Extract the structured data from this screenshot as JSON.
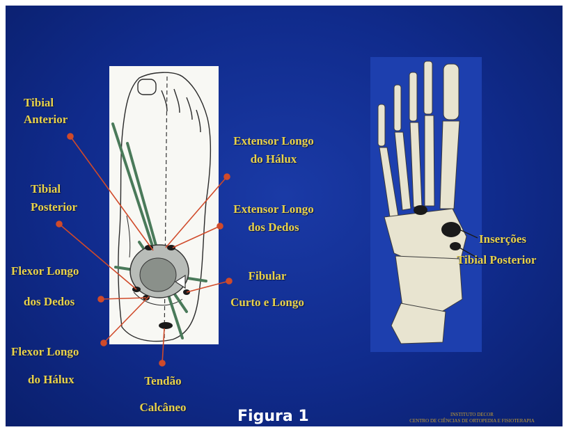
{
  "labels": {
    "tibial_anterior": [
      "Tibial",
      "Anterior"
    ],
    "tibial_posterior": [
      "Tibial",
      "Posterior"
    ],
    "flexor_longo_dedos": [
      "Flexor Longo",
      "dos Dedos"
    ],
    "flexor_longo_halux": [
      "Flexor Longo",
      "do Hálux"
    ],
    "tendao_calcaneo": [
      "Tendão",
      "Calcâneo"
    ],
    "extensor_longo_halux": [
      "Extensor Longo",
      "do Hálux"
    ],
    "extensor_longo_dedos": [
      "Extensor Longo",
      "dos Dedos"
    ],
    "fibular": [
      "Fibular",
      "Curto e Longo"
    ],
    "insercoes": [
      "Inserções",
      "Tibial Posterior"
    ]
  },
  "caption": "Figura 1",
  "credit": [
    "INSTITUTO DECOR",
    "CENTRO DE CIÊNCIAS DE ORTOPEDIA E FISIOTERAPIA"
  ],
  "colors": {
    "background": "#12308f",
    "label_text": "#e8d24a",
    "leader_line": "#d04a2a",
    "tendon_green": "#4a7a5a"
  }
}
